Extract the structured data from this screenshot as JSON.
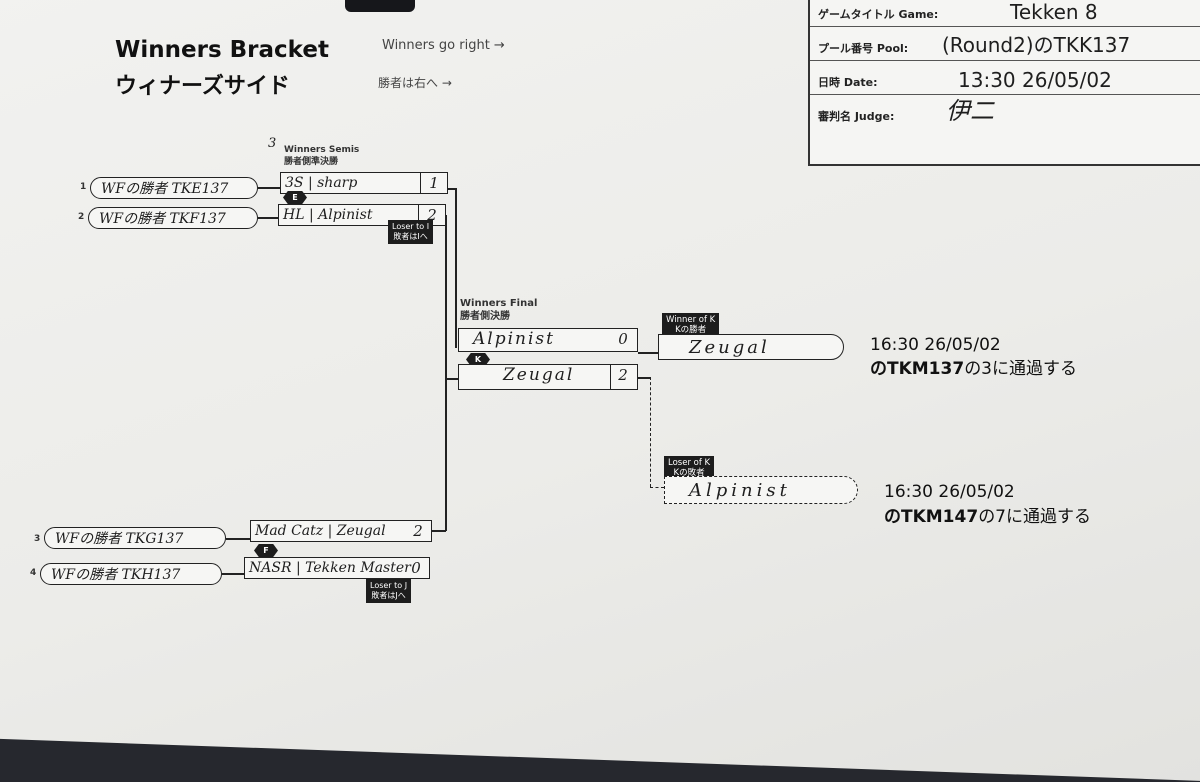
{
  "header": {
    "title_en": "Winners Bracket",
    "title_jp": "ウィナーズサイド",
    "subtitle_en": "Winners go right →",
    "subtitle_jp": "勝者は右へ →"
  },
  "info_box": {
    "game_label": "ゲームタイトル Game:",
    "game_value": "Tekken 8",
    "pool_label": "プール番号 Pool:",
    "pool_value": "(Round2)のTKK137",
    "date_label": "日時 Date:",
    "date_value": "13:30 26/05/02",
    "judge_label": "審判名 Judge:",
    "judge_value": "伊二"
  },
  "seeds": [
    {
      "num": "1",
      "label": "WFの勝者 TKE137"
    },
    {
      "num": "2",
      "label": "WFの勝者 TKF137"
    },
    {
      "num": "3",
      "label": "WFの勝者 TKG137"
    },
    {
      "num": "4",
      "label": "WFの勝者 TKH137"
    }
  ],
  "semis": {
    "label_en": "Winners Semis",
    "label_jp": "勝者側準決勝",
    "note": "3",
    "match_e": {
      "id": "E",
      "p1": "3S | sharp",
      "p1_score": "1",
      "p2": "HL | Alpinist",
      "p2_score": "2",
      "loser_tag_en": "Loser to I",
      "loser_tag_jp": "敗者はIへ"
    },
    "match_f": {
      "id": "F",
      "p1": "Mad Catz | Zeugal",
      "p1_score": "2",
      "p2": "NASR | Tekken Master",
      "p2_score": "0",
      "loser_tag_en": "Loser to J",
      "loser_tag_jp": "敗者はJへ"
    }
  },
  "final": {
    "label_en": "Winners Final",
    "label_jp": "勝者側決勝",
    "id": "K",
    "p1": "Alpinist",
    "p1_score": "0",
    "p2": "Zeugal",
    "p2_score": "2"
  },
  "winner_k": {
    "tag_en": "Winner of K",
    "tag_jp": "Kの勝者",
    "name": "Zeugal",
    "time": "16:30 26/05/02",
    "dest_bold": "のTKM137",
    "dest_rest": "の3に通過する"
  },
  "loser_k": {
    "tag_en": "Loser of K",
    "tag_jp": "Kの敗者",
    "name": "Alpinist",
    "time": "16:30 26/05/02",
    "dest_bold": "のTKM147",
    "dest_rest": "の7に通過する"
  }
}
